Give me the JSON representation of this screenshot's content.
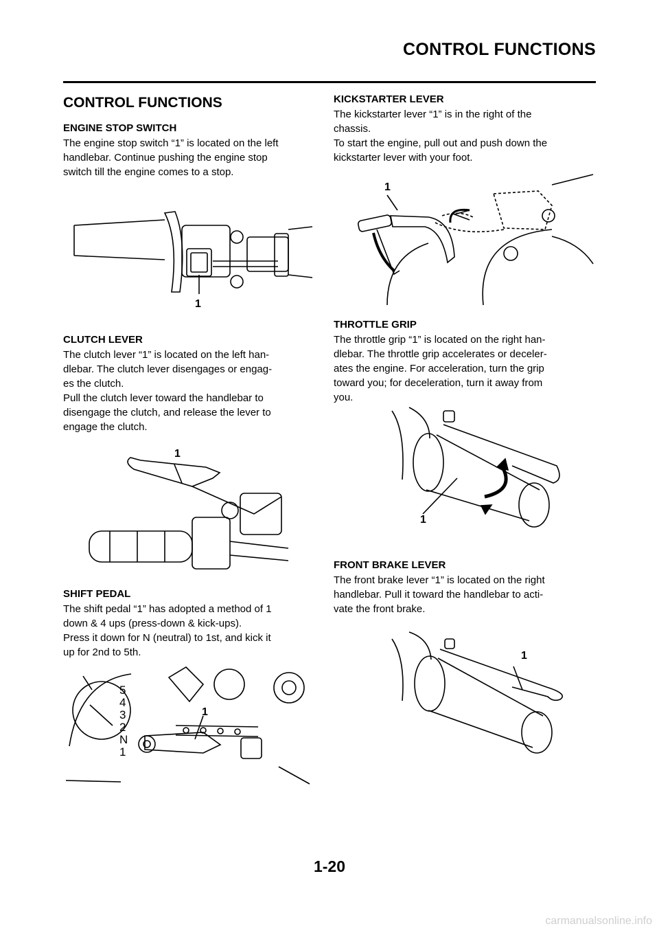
{
  "header": {
    "title": "CONTROL FUNCTIONS"
  },
  "page_title": "CONTROL FUNCTIONS",
  "sections": {
    "engine_stop": {
      "heading": "ENGINE STOP SWITCH",
      "lines": [
        "The engine stop switch “1” is located on the left",
        "handlebar. Continue pushing the engine stop",
        "switch till the engine comes to a stop."
      ],
      "callout": "1"
    },
    "clutch": {
      "heading": "CLUTCH LEVER",
      "lines": [
        "The clutch lever “1” is located on the left han-",
        "dlebar. The clutch lever disengages or engag-",
        "es the clutch.",
        "Pull the clutch lever toward the handlebar to",
        "disengage the clutch, and release the lever to",
        "engage the clutch."
      ],
      "callout": "1"
    },
    "shift": {
      "heading": "SHIFT PEDAL",
      "lines": [
        "The shift pedal “1” has adopted a method of 1",
        "down & 4 ups (press-down & kick-ups).",
        "Press it down for N (neutral) to 1st, and kick it",
        "up for 2nd to 5th."
      ],
      "callout": "1",
      "gears": [
        "5",
        "4",
        "3",
        "2",
        "N",
        "1"
      ]
    },
    "kickstarter": {
      "heading": "KICKSTARTER LEVER",
      "lines": [
        "The kickstarter lever “1” is in the right of the",
        "chassis.",
        "To start the engine, pull out and push down the",
        "kickstarter lever with your foot."
      ],
      "callout": "1"
    },
    "throttle": {
      "heading": "THROTTLE GRIP",
      "lines": [
        "The throttle grip “1” is located on the right han-",
        "dlebar. The throttle grip accelerates or deceler-",
        "ates the engine. For acceleration, turn the grip",
        "toward you; for deceleration, turn it away from",
        "you."
      ],
      "callout": "1"
    },
    "front_brake": {
      "heading": "FRONT BRAKE LEVER",
      "lines": [
        "The front brake lever “1” is located on the right",
        "handlebar. Pull it toward the handlebar to acti-",
        "vate the front brake."
      ],
      "callout": "1"
    }
  },
  "page_number": "1-20",
  "watermark": "carmanualsonline.info"
}
